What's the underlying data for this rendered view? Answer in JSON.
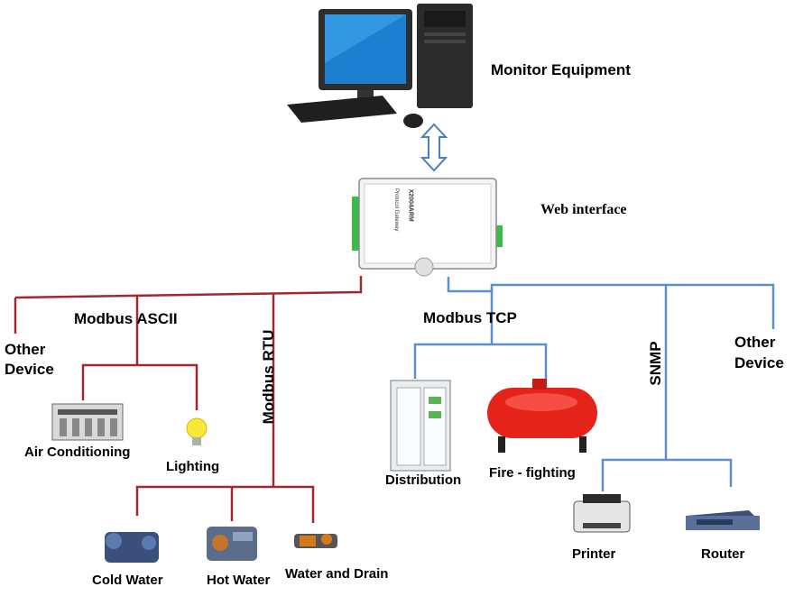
{
  "colors": {
    "serial_line": "#a0282e",
    "ethernet_line": "#5a8fcc",
    "arrow_stroke": "#4a7fc0"
  },
  "nodes": {
    "monitor": "Monitor Equipment",
    "web": "Web interface",
    "gateway_text_1": "X2004ARM",
    "gateway_text_2": "Protocol Gateway"
  },
  "protocols": {
    "ascii": "Modbus ASCII",
    "rtu": "Modbus RTU",
    "tcp": "Modbus TCP",
    "snmp": "SNMP"
  },
  "devices": {
    "other_left_1": "Other",
    "other_left_2": "Device",
    "air": "Air Conditioning",
    "lighting": "Lighting",
    "cold": "Cold Water",
    "hot": "Hot Water",
    "drain": "Water and Drain",
    "distribution": "Distribution",
    "fire": "Fire - fighting",
    "printer": "Printer",
    "router": "Router",
    "other_right_1": "Other",
    "other_right_2": "Device"
  },
  "icons": [
    "computer-icon",
    "gateway-icon",
    "air-conditioner-icon",
    "light-bulb-icon",
    "chiller-icon",
    "boiler-icon",
    "pump-icon",
    "cabinet-icon",
    "fire-tank-icon",
    "printer-icon",
    "router-icon"
  ]
}
